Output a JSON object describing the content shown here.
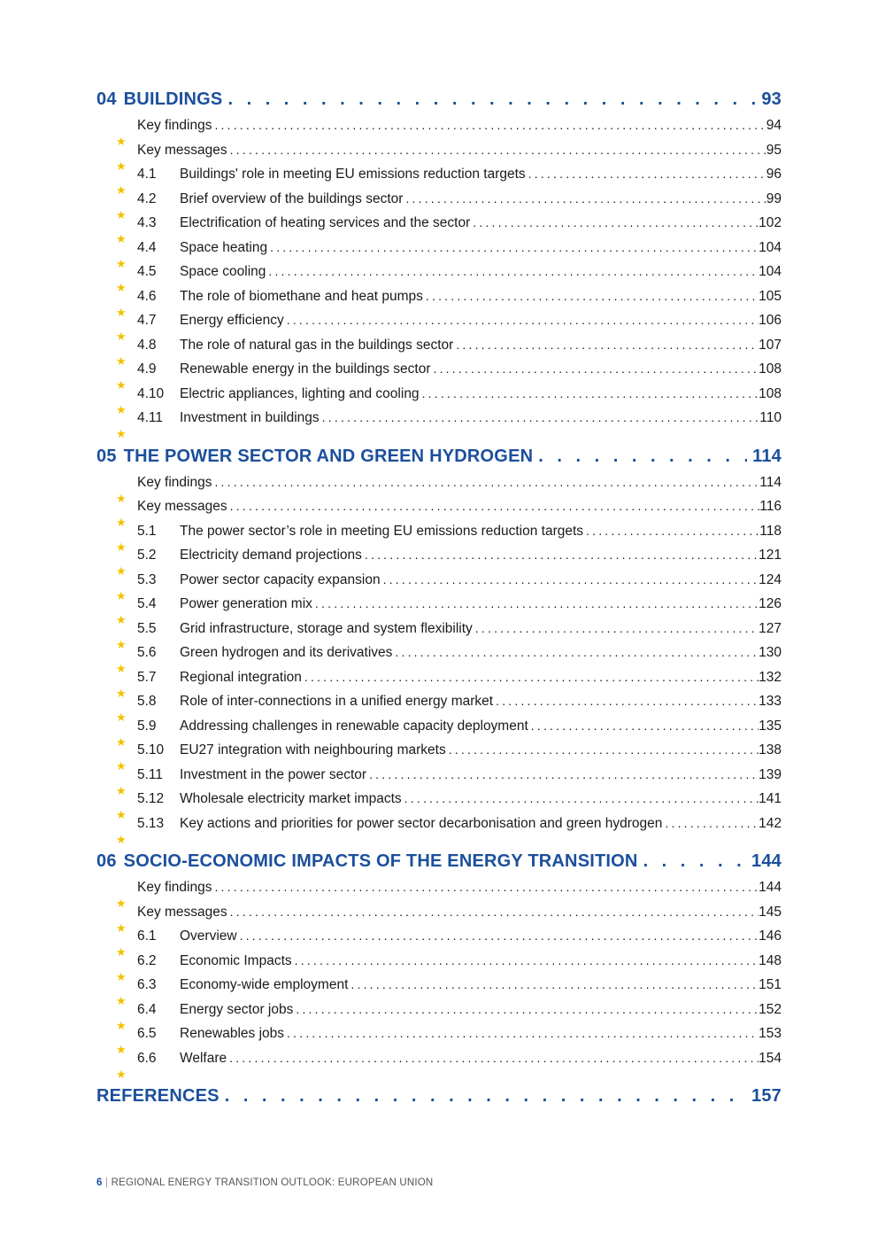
{
  "colors": {
    "heading": "#1b4f9c",
    "star": "#f2c200",
    "text": "#1a1a1a"
  },
  "sections": [
    {
      "number": "04",
      "title": "BUILDINGS",
      "page": "93",
      "entries": [
        {
          "num": "",
          "title": "Key findings",
          "page": "94"
        },
        {
          "num": "",
          "title": "Key messages",
          "page": "95"
        },
        {
          "num": "4.1",
          "title": "Buildings' role in meeting EU emissions reduction targets",
          "page": "96"
        },
        {
          "num": "4.2",
          "title": "Brief overview of the buildings sector",
          "page": "99"
        },
        {
          "num": "4.3",
          "title": "Electrification of heating services and the sector",
          "page": "102"
        },
        {
          "num": "4.4",
          "title": "Space heating",
          "page": "104"
        },
        {
          "num": "4.5",
          "title": "Space cooling",
          "page": "104"
        },
        {
          "num": "4.6",
          "title": "The role of biomethane and heat pumps",
          "page": "105"
        },
        {
          "num": "4.7",
          "title": "Energy efficiency",
          "page": "106"
        },
        {
          "num": "4.8",
          "title": "The role of natural gas in the buildings sector",
          "page": "107"
        },
        {
          "num": "4.9",
          "title": "Renewable energy in the buildings sector",
          "page": "108"
        },
        {
          "num": "4.10",
          "title": "Electric appliances, lighting and cooling",
          "page": "108"
        },
        {
          "num": "4.11",
          "title": "Investment in buildings",
          "page": "110"
        }
      ]
    },
    {
      "number": "05",
      "title": "THE POWER SECTOR AND GREEN HYDROGEN",
      "page": "114",
      "entries": [
        {
          "num": "",
          "title": "Key findings",
          "page": "114"
        },
        {
          "num": "",
          "title": "Key messages",
          "page": "116"
        },
        {
          "num": "5.1",
          "title": "The power sector’s role in meeting EU emissions reduction targets",
          "page": "118"
        },
        {
          "num": "5.2",
          "title": "Electricity demand projections",
          "page": "121"
        },
        {
          "num": "5.3",
          "title": "Power sector capacity expansion",
          "page": "124"
        },
        {
          "num": "5.4",
          "title": "Power generation mix",
          "page": "126"
        },
        {
          "num": "5.5",
          "title": "Grid infrastructure, storage and system flexibility",
          "page": "127"
        },
        {
          "num": "5.6",
          "title": "Green hydrogen and its derivatives",
          "page": "130"
        },
        {
          "num": "5.7",
          "title": "Regional integration",
          "page": "132"
        },
        {
          "num": "5.8",
          "title": "Role of inter-connections in a unified energy market",
          "page": "133"
        },
        {
          "num": "5.9",
          "title": "Addressing challenges in renewable capacity deployment",
          "page": "135"
        },
        {
          "num": "5.10",
          "title": "EU27 integration with neighbouring markets",
          "page": "138"
        },
        {
          "num": "5.11",
          "title": "Investment in the power sector",
          "page": "139"
        },
        {
          "num": "5.12",
          "title": "Wholesale electricity market impacts",
          "page": "141"
        },
        {
          "num": "5.13",
          "title": "Key actions and priorities for power sector decarbonisation and green hydrogen",
          "page": "142"
        }
      ]
    },
    {
      "number": "06",
      "title": "SOCIO-ECONOMIC IMPACTS OF THE ENERGY TRANSITION",
      "page": "144",
      "entries": [
        {
          "num": "",
          "title": "Key findings",
          "page": "144"
        },
        {
          "num": "",
          "title": "Key messages",
          "page": "145"
        },
        {
          "num": "6.1",
          "title": "Overview",
          "page": "146"
        },
        {
          "num": "6.2",
          "title": "Economic Impacts",
          "page": "148"
        },
        {
          "num": "6.3",
          "title": "Economy-wide employment",
          "page": "151"
        },
        {
          "num": "6.4",
          "title": "Energy sector jobs",
          "page": "152"
        },
        {
          "num": "6.5",
          "title": "Renewables jobs",
          "page": "153"
        },
        {
          "num": "6.6",
          "title": "Welfare",
          "page": "154"
        }
      ]
    },
    {
      "number": "",
      "title": "REFERENCES",
      "page": "157",
      "entries": []
    }
  ],
  "footer": {
    "page_number": "6",
    "separator": "|",
    "publication": "REGIONAL ENERGY TRANSITION OUTLOOK: EUROPEAN UNION"
  }
}
